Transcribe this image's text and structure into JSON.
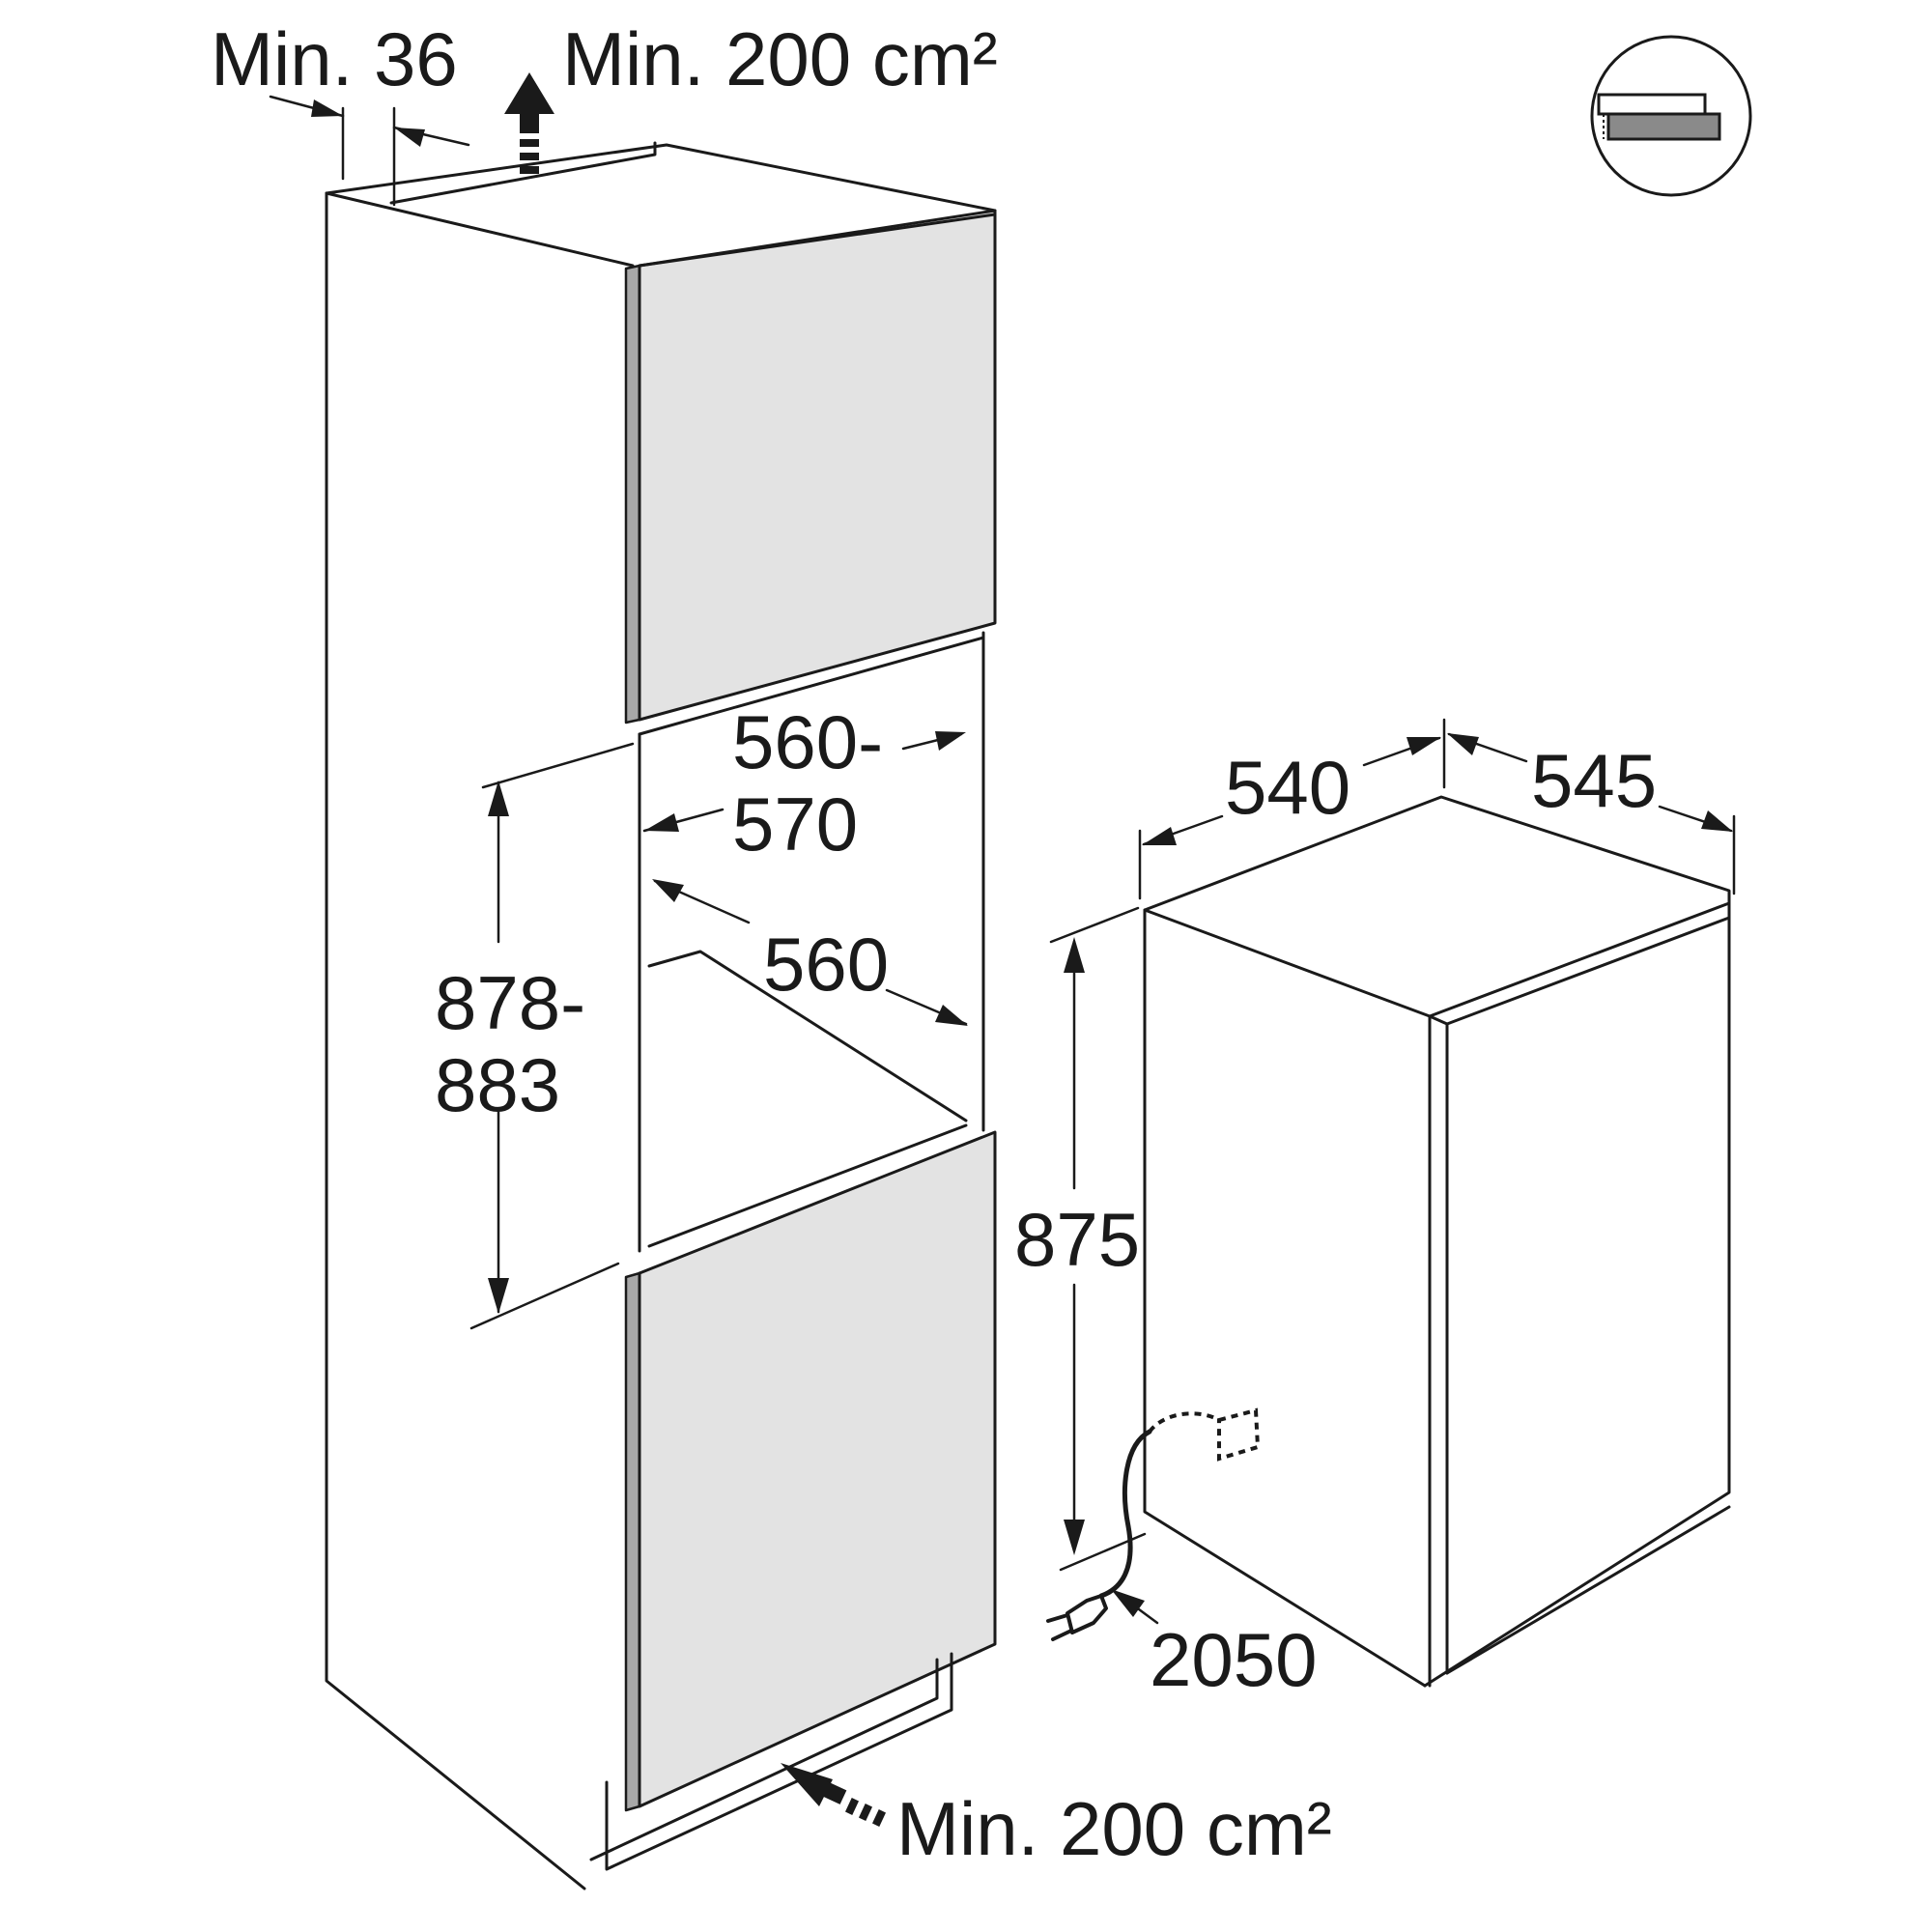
{
  "labels": {
    "top_gap": "Min. 36",
    "vent_top": "Min. 200 cm²",
    "vent_bottom": "Min. 200 cm²",
    "niche_width_line1": "560-",
    "niche_width_line2": "570",
    "niche_depth": "560",
    "niche_height_line1": "878-",
    "niche_height_line2": "883",
    "appliance_width": "540",
    "appliance_depth": "545",
    "appliance_height": "875",
    "cable_length": "2050"
  },
  "icons": {
    "installation_type": "integrated-door-icon",
    "plug": "power-plug-icon"
  }
}
